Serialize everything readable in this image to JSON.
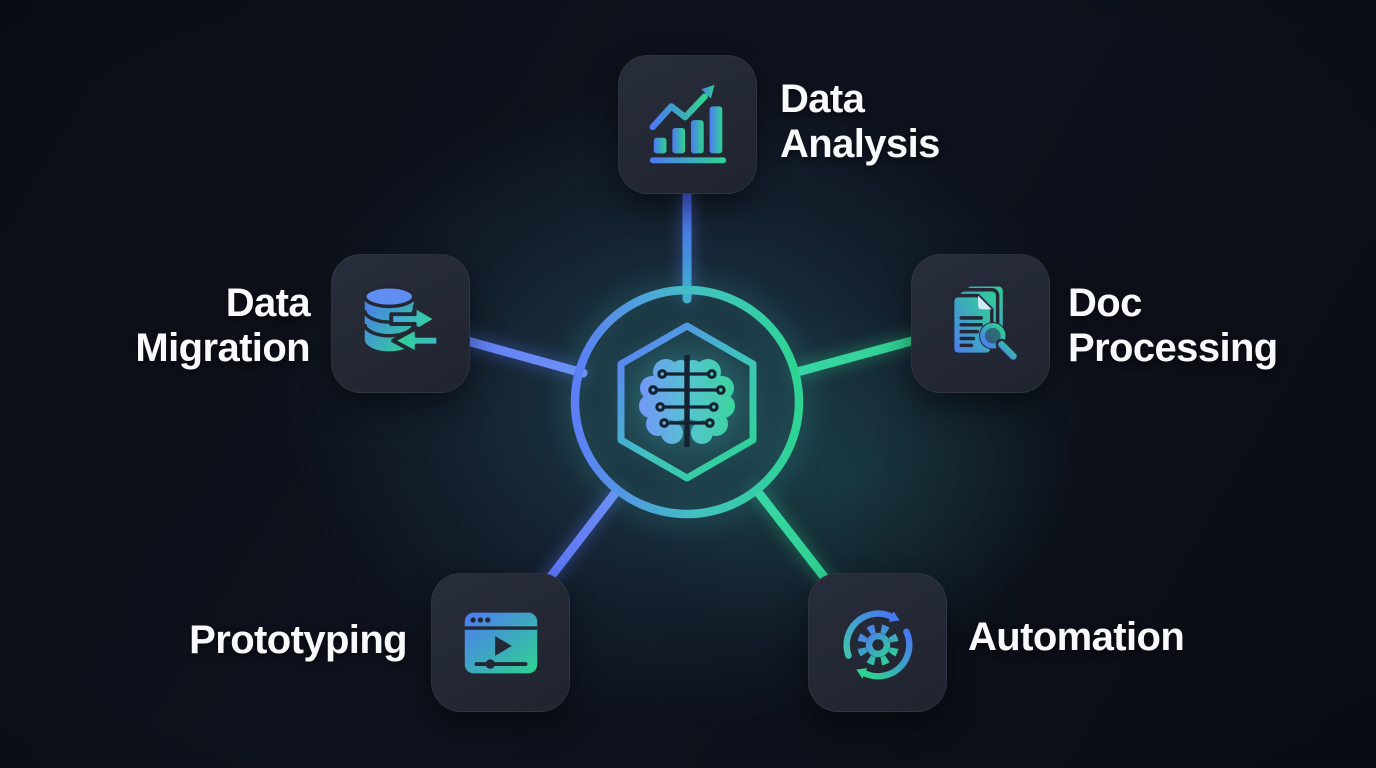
{
  "hub": {
    "icon": "circuit-brain-icon",
    "shape": "hexagon-in-circle"
  },
  "nodes": [
    {
      "id": "data-analysis",
      "label_line1": "Data",
      "label_line2": "Analysis",
      "icon": "bar-chart-trend-icon"
    },
    {
      "id": "doc-processing",
      "label_line1": "Doc",
      "label_line2": "Processing",
      "icon": "document-search-icon"
    },
    {
      "id": "data-migration",
      "label_line1": "Data",
      "label_line2": "Migration",
      "icon": "database-transfer-icon"
    },
    {
      "id": "prototyping",
      "label_line1": "Prototyping",
      "icon": "video-player-window-icon"
    },
    {
      "id": "automation",
      "label_line1": "Automation",
      "icon": "gear-sync-icon"
    }
  ],
  "colors": {
    "background": "#0d1119",
    "node_box": "#232834",
    "accent_blue": "#4e79f4",
    "accent_green": "#2ed48f",
    "text": "#f7f9fb"
  }
}
